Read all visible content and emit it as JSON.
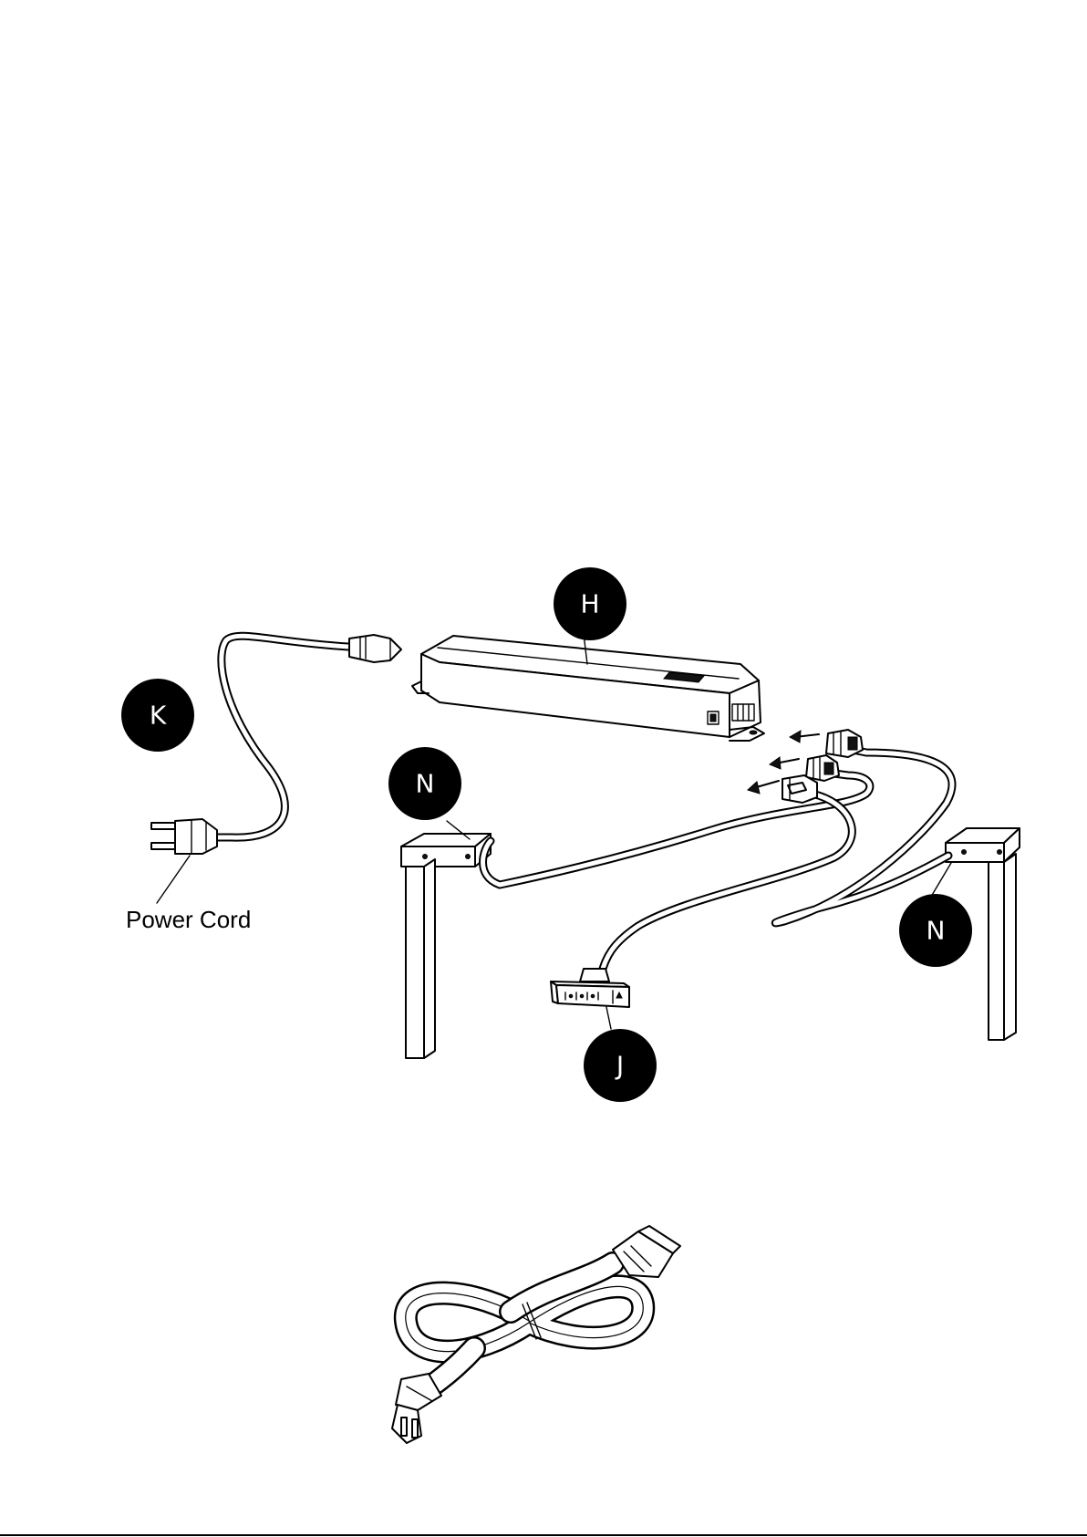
{
  "labels": {
    "controller": "H",
    "power_cable": "K",
    "leg_left": "N",
    "leg_right": "N",
    "handset": "J"
  },
  "captions": {
    "power_cord": "Power Cord"
  },
  "colors": {
    "label_fill": "#000000",
    "label_text": "#ffffff",
    "line": "#000000",
    "background": "#ffffff"
  }
}
